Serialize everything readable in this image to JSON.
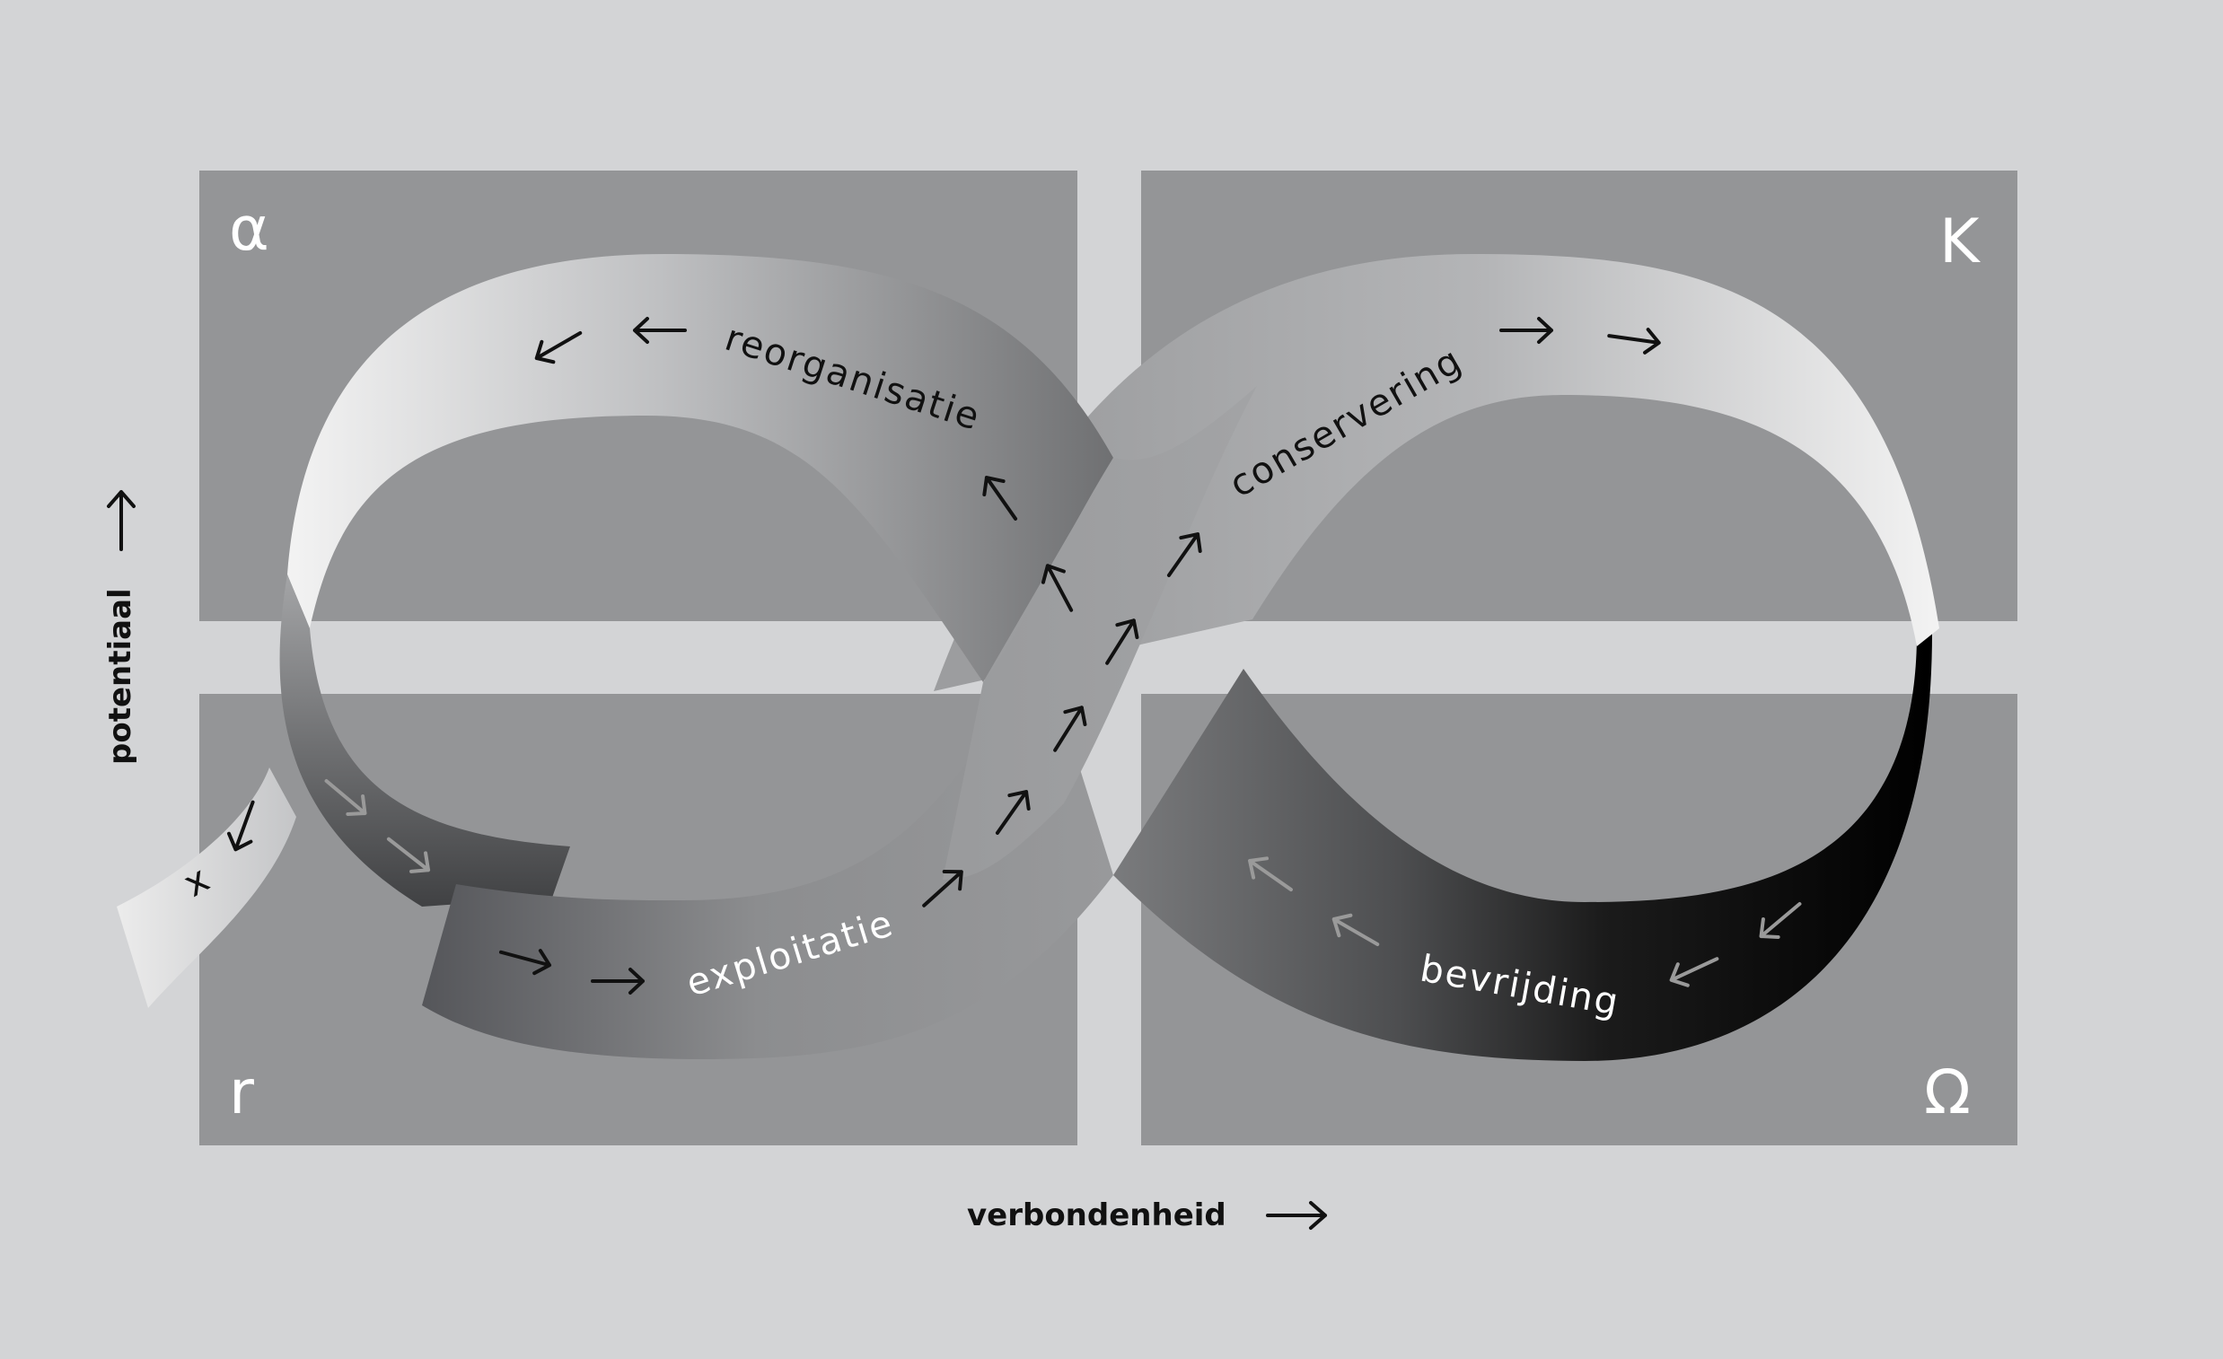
{
  "quadrants": {
    "top_left": "α",
    "top_right": "K",
    "bottom_left": "r",
    "bottom_right": "Ω"
  },
  "phases": {
    "reorganization": "reorganisatie",
    "conservation": "conservering",
    "exploitation": "exploitatie",
    "release": "bevrijding",
    "exit": "x"
  },
  "axes": {
    "x_label": "verbondenheid",
    "y_label": "potentiaal"
  },
  "colors": {
    "background": "#d3d4d6",
    "quadrant": "#949597",
    "arrow_dark": "#111111",
    "arrow_light": "#9a9a9a",
    "band_light": "#f2f2f2",
    "band_dark": "#000000"
  }
}
